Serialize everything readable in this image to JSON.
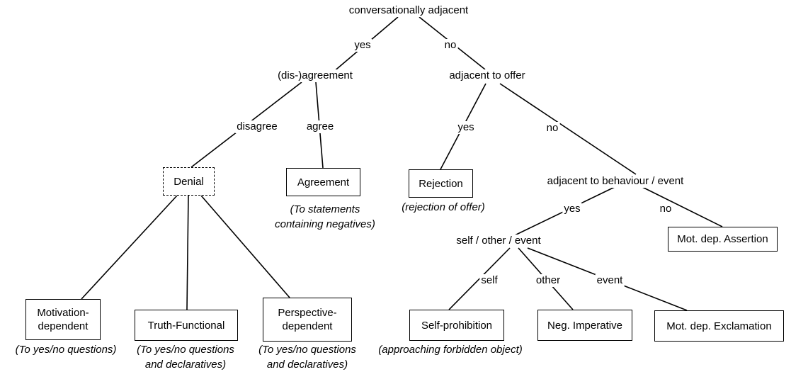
{
  "nodes": {
    "root": "conversationally adjacent",
    "root_yes": "yes",
    "root_no": "no",
    "disagreement": "(dis-)agreement",
    "disagree": "disagree",
    "agree": "agree",
    "adjacent_offer": "adjacent to offer",
    "offer_yes": "yes",
    "offer_no": "no",
    "adjacent_behaviour": "adjacent to behaviour / event",
    "behaviour_yes": "yes",
    "behaviour_no": "no",
    "self_other_event": "self / other / event",
    "self": "self",
    "other": "other",
    "event": "event"
  },
  "boxes": {
    "denial": "Denial",
    "agreement": "Agreement",
    "rejection": "Rejection",
    "mot_dep_assertion": "Mot. dep. Assertion",
    "motivation_dependent": "Motivation-\ndependent",
    "truth_functional": "Truth-Functional",
    "perspective_dependent": "Perspective-\ndependent",
    "self_prohibition": "Self-prohibition",
    "neg_imperative": "Neg. Imperative",
    "mot_dep_exclamation": "Mot. dep. Exclamation"
  },
  "notes": {
    "agreement_note": "(To statements\ncontaining negatives)",
    "rejection_note": "(rejection of offer)",
    "motivation_note": "(To yes/no questions)",
    "truth_note": "(To yes/no questions\nand declaratives)",
    "perspective_note": "(To yes/no questions\nand declaratives)",
    "self_prohibition_note": "(approaching forbidden object)"
  }
}
